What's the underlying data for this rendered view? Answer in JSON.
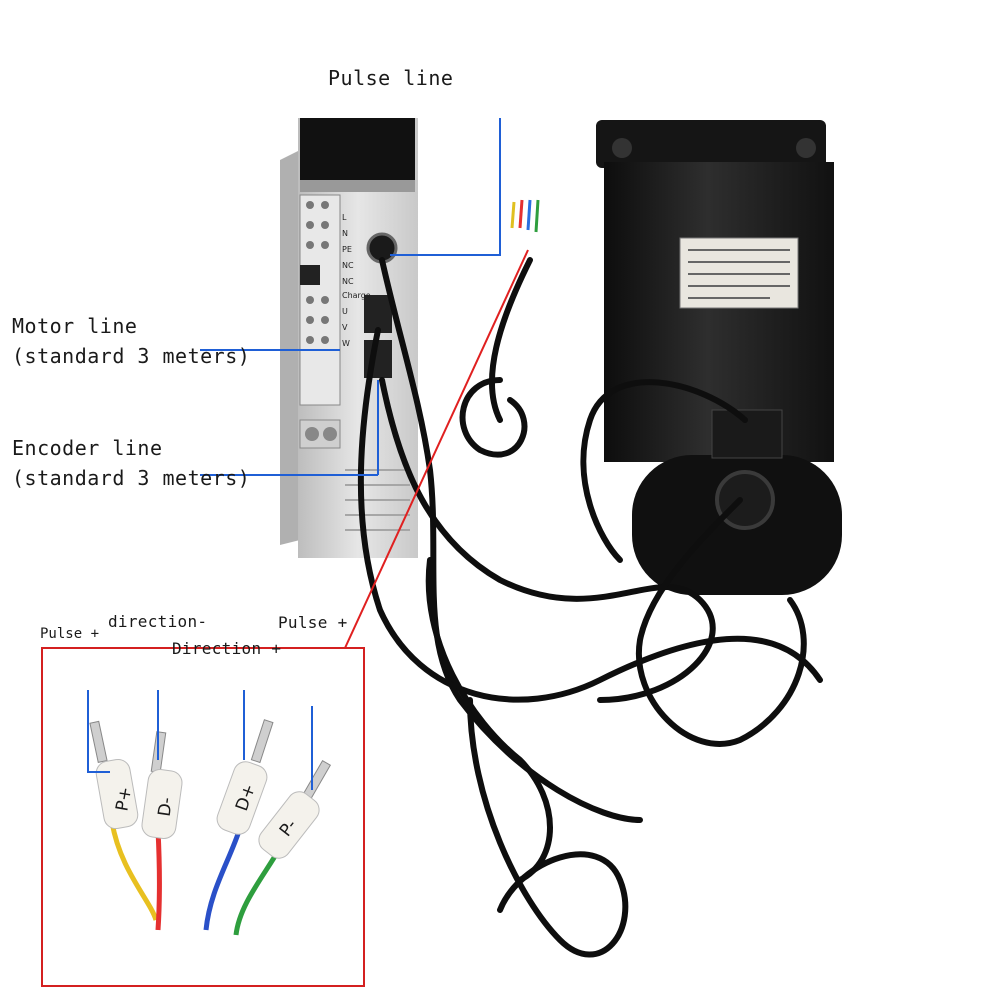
{
  "labels": {
    "pulse_line": "Pulse line",
    "motor_line_1": "Motor line",
    "motor_line_2": "(standard 3 meters)",
    "encoder_line_1": "Encoder line",
    "encoder_line_2": "(standard 3 meters)",
    "pulse_plus_left": "Pulse +",
    "direction_minus": "direction-",
    "direction_plus": "Direction +",
    "pulse_plus_right": "Pulse +"
  },
  "sleeves": {
    "p_plus": "P+",
    "d_minus": "D-",
    "d_plus": "D+",
    "p_minus": "P-"
  },
  "driver_terminals": [
    "L",
    "N",
    "PE",
    "NC",
    "NC",
    "Charge",
    "U",
    "V",
    "W"
  ],
  "colors": {
    "callout_blue": "#1f5fd6",
    "inset_border": "#d42020",
    "pointer_red": "#e02020",
    "driver_body": "#d9d9d9",
    "motor_body": "#1c1c1c"
  }
}
